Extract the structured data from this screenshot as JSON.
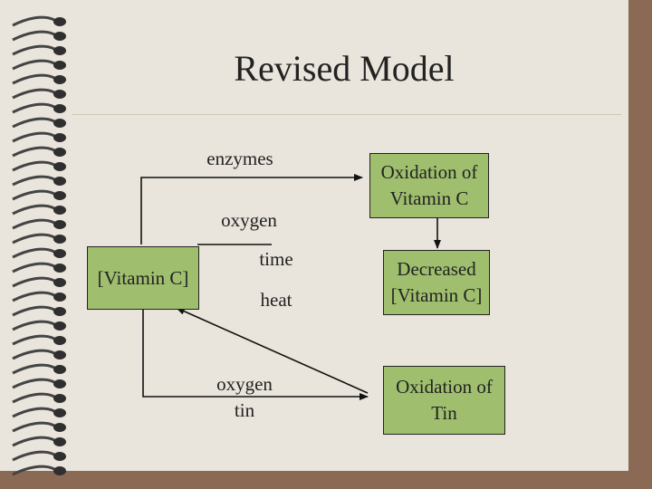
{
  "title": "Revised Model",
  "boxes": {
    "vitamin_c": "[Vitamin C]",
    "oxidation_vitamin_c": "Oxidation of\nVitamin C",
    "decreased_vitamin_c": "Decreased\n[Vitamin C]",
    "oxidation_tin": "Oxidation of\nTin"
  },
  "labels": {
    "enzymes": "enzymes",
    "oxygen": "oxygen",
    "time": "time",
    "heat": "heat",
    "oxygen_tin": "oxygen\ntin"
  },
  "colors": {
    "box_fill": "#9fbf6e",
    "slide_bg": "#e9e5dc",
    "frame": "#8b6a55"
  }
}
